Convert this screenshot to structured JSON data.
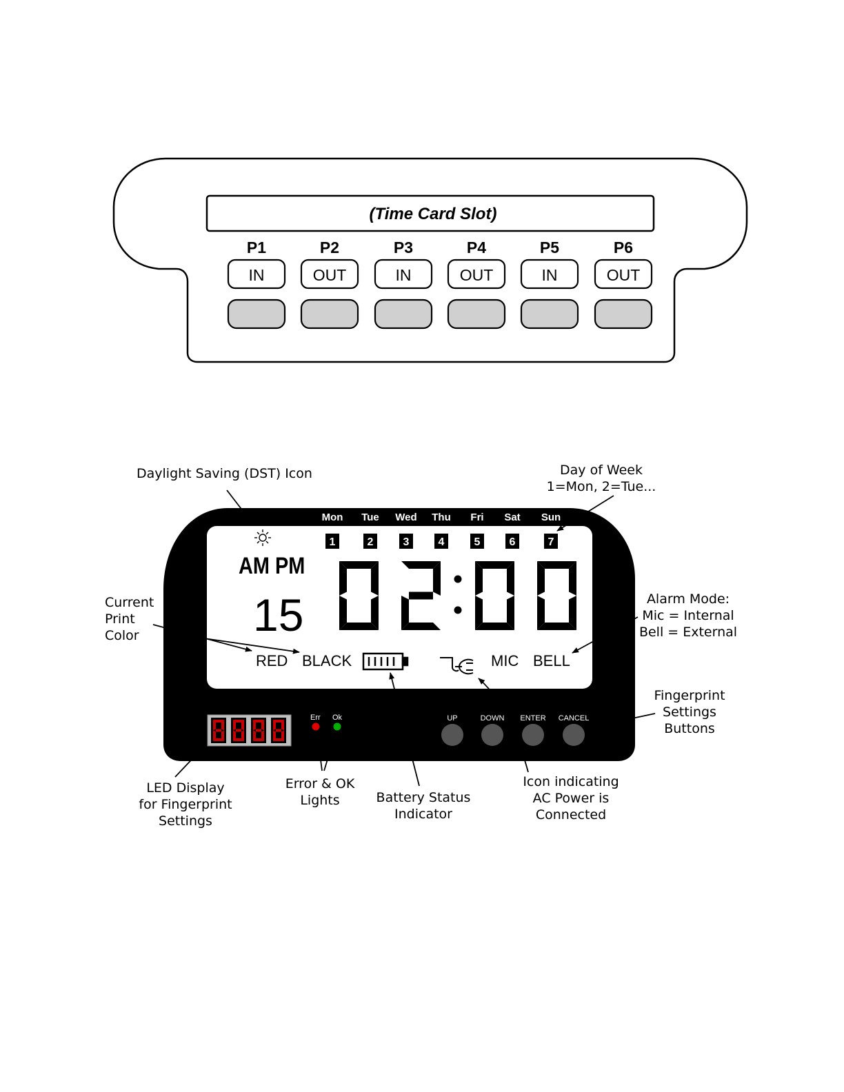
{
  "timeclock": {
    "slot_label": "(Time Card Slot)",
    "punches": [
      {
        "p": "P1",
        "label": "IN"
      },
      {
        "p": "P2",
        "label": "OUT"
      },
      {
        "p": "P3",
        "label": "IN"
      },
      {
        "p": "P4",
        "label": "OUT"
      },
      {
        "p": "P5",
        "label": "IN"
      },
      {
        "p": "P6",
        "label": "OUT"
      }
    ]
  },
  "lcd": {
    "days": [
      {
        "name": "Mon",
        "num": "1"
      },
      {
        "name": "Tue",
        "num": "2"
      },
      {
        "name": "Wed",
        "num": "3"
      },
      {
        "name": "Thu",
        "num": "4"
      },
      {
        "name": "Fri",
        "num": "5"
      },
      {
        "name": "Sat",
        "num": "6"
      },
      {
        "name": "Sun",
        "num": "7"
      }
    ],
    "ampm": "AM PM",
    "date": "15",
    "time": "02:00",
    "red": "RED",
    "black": "BLACK",
    "mic": "MIC",
    "bell": "BELL",
    "err": "Err",
    "ok": "Ok",
    "buttons": [
      "UP",
      "DOWN",
      "ENTER",
      "CANCEL"
    ],
    "led_digits": "8888",
    "colors": {
      "err": "#e00000",
      "ok": "#00b000",
      "button": "#555555",
      "led": "#cc0000"
    }
  },
  "callouts": {
    "dst": "Daylight Saving (DST) Icon",
    "dow_1": "Day of Week",
    "dow_2": "1=Mon, 2=Tue...",
    "color_1": "Current",
    "color_2": "Print",
    "color_3": "Color",
    "alarm_1": "Alarm Mode:",
    "alarm_2": "Mic = Internal",
    "alarm_3": "Bell = External",
    "fp_1": "Fingerprint",
    "fp_2": "Settings",
    "fp_3": "Buttons",
    "led_1": "LED Display",
    "led_2": "for Fingerprint",
    "led_3": "Settings",
    "errok_1": "Error & OK",
    "errok_2": "Lights",
    "batt_1": "Battery Status",
    "batt_2": "Indicator",
    "ac_1": "Icon indicating",
    "ac_2": "AC Power is",
    "ac_3": "Connected"
  }
}
